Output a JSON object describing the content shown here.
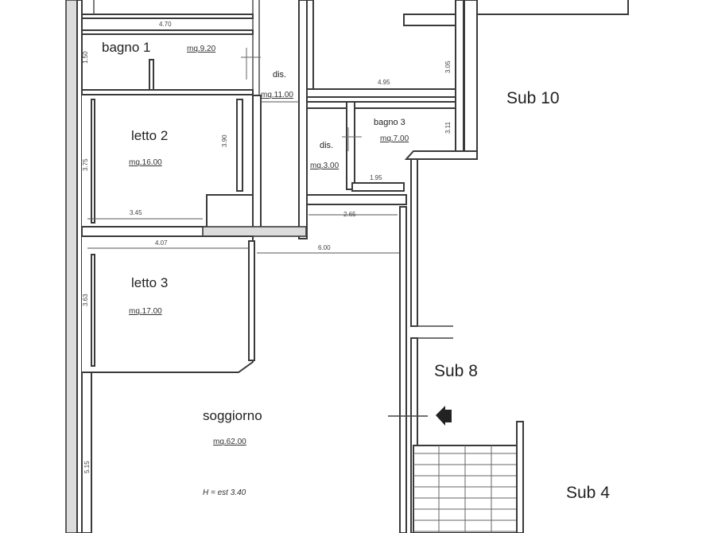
{
  "rooms": {
    "bagno1": {
      "name": "bagno 1",
      "area": "mq.9.20",
      "dim": "4.70"
    },
    "letto2": {
      "name": "letto 2",
      "area": "mq.16.00",
      "dim_w": "3.45",
      "dim_h": "3.90"
    },
    "letto3": {
      "name": "letto 3",
      "area": "mq.17.00",
      "dim_w": "4.07"
    },
    "soggiorno": {
      "name": "soggiorno",
      "area": "mq.62.00",
      "height": "H = est 3.40",
      "dim_side": "5.15"
    },
    "disimpegno1": {
      "name": "dis.",
      "area": "mq.11.00"
    },
    "disimpegno2": {
      "name": "dis.",
      "area": "mq.3.00"
    },
    "bagno3": {
      "name": "bagno 3",
      "area": "mq.7.00",
      "dim_w": "1.95",
      "dim_h": "3.11"
    }
  },
  "dimensions": {
    "corridor_top": "4.95",
    "corridor_bottom": "2.65",
    "soggiorno_top": "6.00",
    "right_vertical": "3.05",
    "left_bagno": "1.50",
    "left_letto2": "3.75",
    "left_letto3": "3.63"
  },
  "subs": {
    "sub10": "Sub 10",
    "sub8": "Sub 8",
    "sub4": "Sub 4"
  },
  "colors": {
    "wall_stroke": "#3a3a3a",
    "background": "#ffffff"
  }
}
